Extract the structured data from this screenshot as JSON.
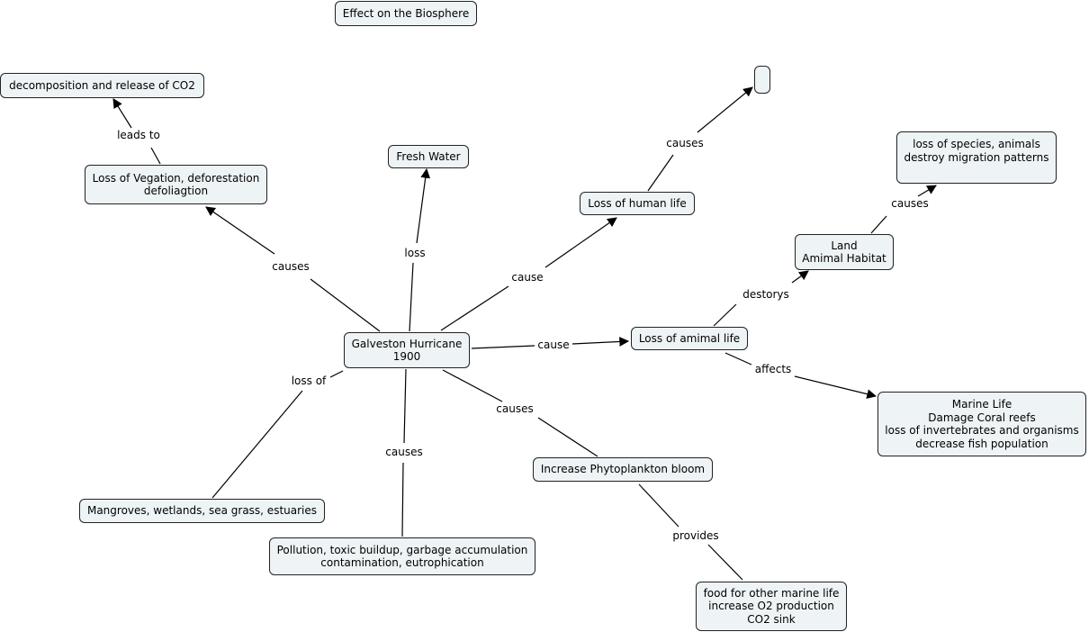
{
  "title": "Effect on the Biosphere",
  "nodes": {
    "center": "Galveston Hurricane\n1900",
    "decomp": "decomposition and release of CO2",
    "vegetation": "Loss of Vegation, deforestation\ndefoliagtion",
    "freshwater": "Fresh Water",
    "human": "Loss of human life",
    "empty": "",
    "species": "loss of species, animals\ndestroy migration patterns",
    "land": "Land\nAmimal Habitat",
    "animal": "Loss of amimal life",
    "marine": "Marine Life\nDamage Coral reefs\nloss of invertebrates and organisms\ndecrease fish population",
    "mangroves": "Mangroves, wetlands, sea grass, estuaries",
    "pollution": "Pollution, toxic buildup, garbage accumulation\ncontamination, eutrophication",
    "phyto": "Increase Phytoplankton bloom",
    "food": "food for other marine life\nincrease O2 production\nCO2 sink"
  },
  "edges": {
    "leads_to": "leads to",
    "causes_veg": "causes",
    "loss_fw": "loss",
    "cause_human": "cause",
    "causes_empty": "causes",
    "causes_species": "causes",
    "destorys": "destorys",
    "cause_animal": "cause",
    "affects": "affects",
    "loss_of": "loss of",
    "causes_poll": "causes",
    "causes_phyto": "causes",
    "provides": "provides"
  }
}
